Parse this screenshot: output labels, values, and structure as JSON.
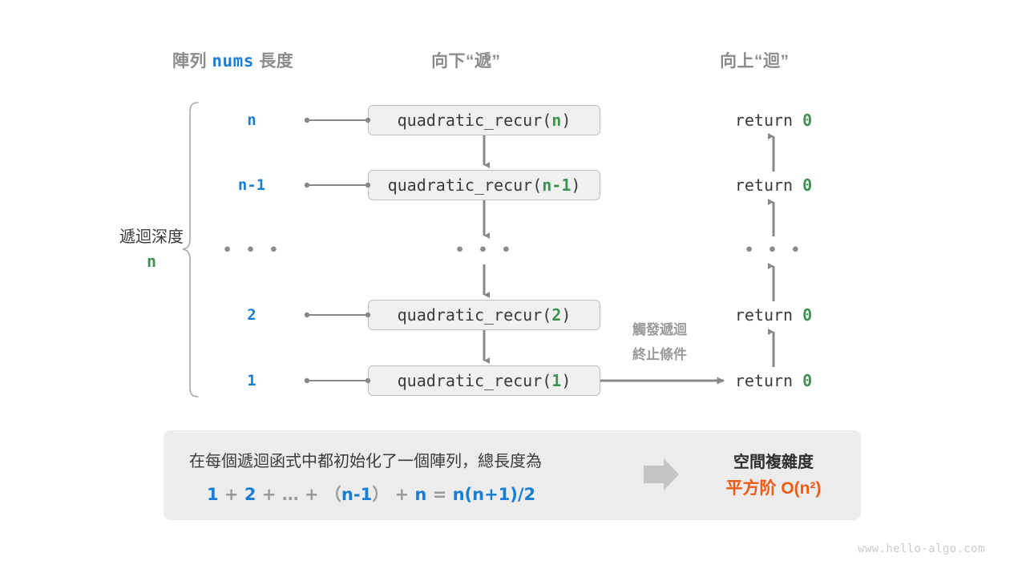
{
  "headers": {
    "left_prefix": "陣列",
    "left_mono": "nums",
    "left_suffix": "長度",
    "middle": "向下“遞”",
    "right": "向上“迴”"
  },
  "depth": {
    "title": "遞迴深度",
    "value": "n"
  },
  "rows": [
    {
      "size": "n",
      "call_prefix": "quadratic_recur(",
      "call_arg": "n",
      "call_suffix": ")",
      "ret_prefix": "return ",
      "ret_value": "0"
    },
    {
      "size": "n-1",
      "call_prefix": "quadratic_recur(",
      "call_arg": "n-1",
      "call_suffix": ")",
      "ret_prefix": "return ",
      "ret_value": "0"
    },
    {
      "size": "...",
      "call_prefix": "",
      "call_arg": "",
      "call_suffix": "",
      "ret_prefix": "",
      "ret_value": ""
    },
    {
      "size": "2",
      "call_prefix": "quadratic_recur(",
      "call_arg": "2",
      "call_suffix": ")",
      "ret_prefix": "return ",
      "ret_value": "0"
    },
    {
      "size": "1",
      "call_prefix": "quadratic_recur(",
      "call_arg": "1",
      "call_suffix": ")",
      "ret_prefix": "return ",
      "ret_value": "0"
    }
  ],
  "ellipsis": "• • •",
  "trigger_note": {
    "line1": "觸發遞迴",
    "line2": "終止條件"
  },
  "summary": {
    "text": "在每個遞迴函式中都初始化了一個陣列，總長度為",
    "formula": [
      {
        "t": "1",
        "c": "blue"
      },
      {
        "t": " + ",
        "c": "gray"
      },
      {
        "t": "2",
        "c": "blue"
      },
      {
        "t": " + ",
        "c": "gray"
      },
      {
        "t": "…",
        "c": "gray"
      },
      {
        "t": " + ",
        "c": "gray"
      },
      {
        "t": "（",
        "c": "gray"
      },
      {
        "t": "n-1",
        "c": "blue"
      },
      {
        "t": "）",
        "c": "gray"
      },
      {
        "t": " + ",
        "c": "gray"
      },
      {
        "t": "n",
        "c": "blue"
      },
      {
        "t": " = ",
        "c": "gray"
      },
      {
        "t": "n(n+1)/2",
        "c": "blue"
      }
    ],
    "formula_plain": "1 + 2 + … + （n-1） + n = n(n+1)/2",
    "result_title": "空間複雜度",
    "result_value": "平方阶 O(n²)"
  },
  "watermark": "www.hello-algo.com",
  "colors": {
    "blue": "#1a7fd4",
    "green": "#3f9153",
    "orange": "#ef5a15",
    "gray_text": "#8c8c8c",
    "dark_text": "#3b3b3b",
    "box_fill": "#f0f0f0",
    "box_border": "#c2c2c2",
    "panel_fill": "#ececec",
    "arrow": "#888888"
  }
}
